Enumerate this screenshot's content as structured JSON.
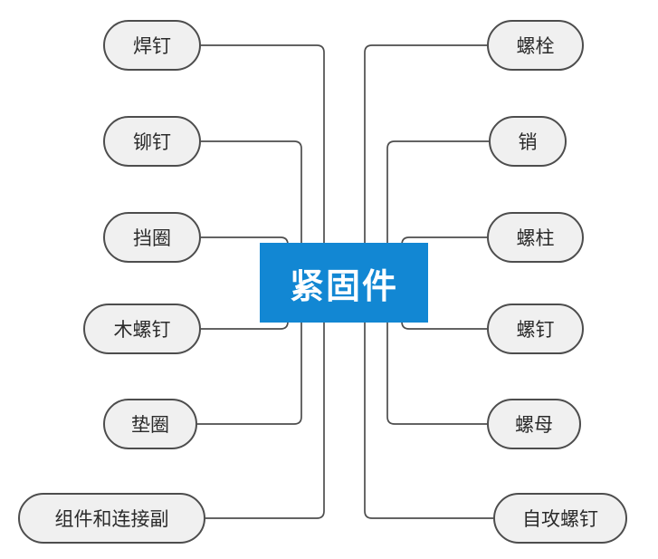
{
  "diagram": {
    "center": {
      "label": "紧固件"
    },
    "left_branches": [
      {
        "label": "焊钉"
      },
      {
        "label": "铆钉"
      },
      {
        "label": "挡圈"
      },
      {
        "label": "木螺钉"
      },
      {
        "label": "垫圈"
      },
      {
        "label": "组件和连接副"
      }
    ],
    "right_branches": [
      {
        "label": "螺栓"
      },
      {
        "label": "销"
      },
      {
        "label": "螺柱"
      },
      {
        "label": "螺钉"
      },
      {
        "label": "螺母"
      },
      {
        "label": "自攻螺钉"
      }
    ],
    "colors": {
      "center_background": "#1287d3",
      "center_text": "#ffffff",
      "branch_background": "#f0f0f0",
      "branch_border": "#4d4d4d",
      "branch_text": "#2b2b2b",
      "connector": "#4d4d4d",
      "canvas_background": "#ffffff"
    }
  }
}
